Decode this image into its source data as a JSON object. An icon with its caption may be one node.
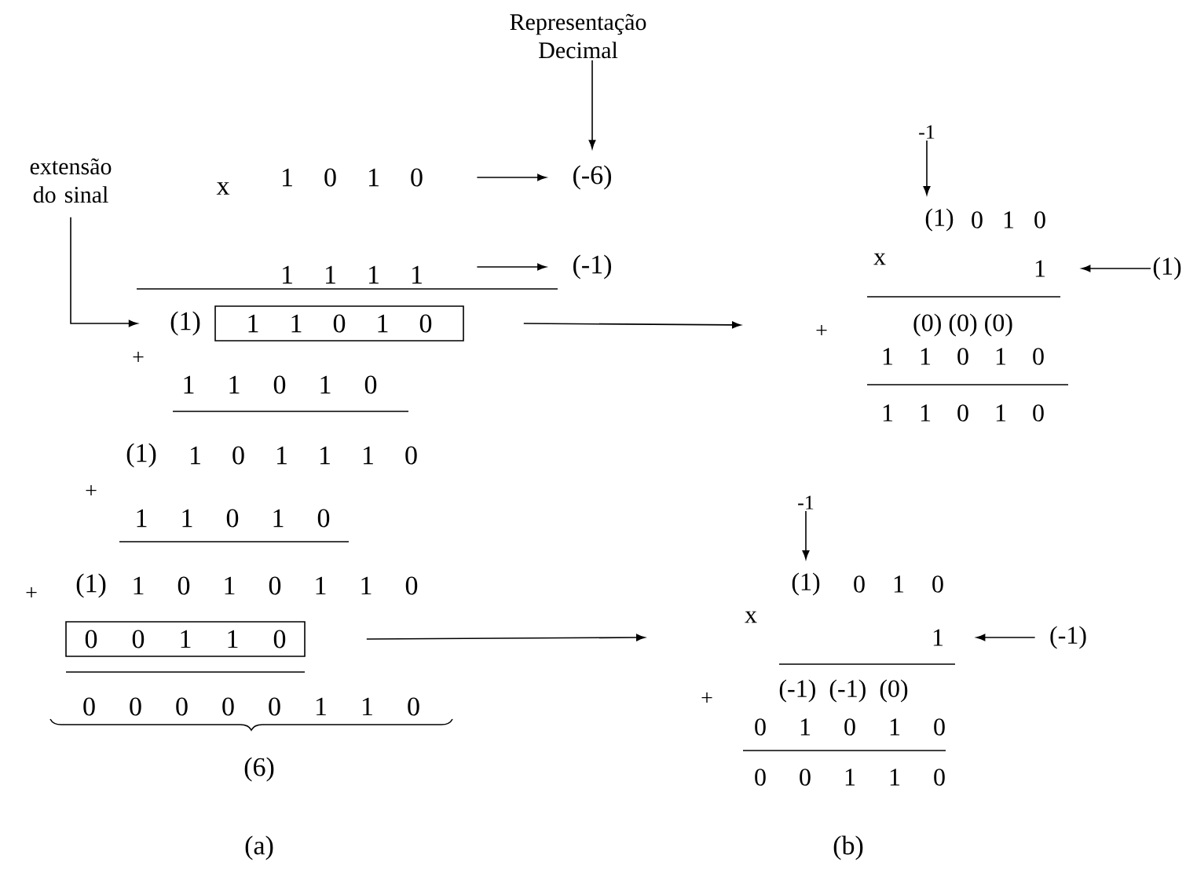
{
  "diagram": {
    "nodes": [
      {
        "text": [
          "Representação Decimal"
        ]
      },
      {
        "text": [
          "extensão do sinal"
        ]
      },
      {
        "text": [
          "1 0 1 0"
        ]
      },
      {
        "text": [
          "(-6)"
        ]
      },
      {
        "text": [
          "1 1 1 1"
        ]
      },
      {
        "text": [
          "(-1)"
        ]
      },
      {
        "text": [
          "(1)"
        ]
      },
      {
        "text": [
          "1 1 0 1 0"
        ]
      },
      {
        "text": [
          "0 0 1 1 0"
        ]
      },
      {
        "text": [
          "-1"
        ]
      },
      {
        "text": [
          "(1)"
        ]
      },
      {
        "text": [
          "1"
        ]
      },
      {
        "text": [
          "(1)"
        ]
      },
      {
        "text": [
          "-1"
        ]
      },
      {
        "text": [
          "(1)"
        ]
      },
      {
        "text": [
          "1"
        ]
      },
      {
        "text": [
          "(-1)"
        ]
      }
    ],
    "edges": [
      {
        "from": 0,
        "to": 3,
        "arrow": "to"
      },
      {
        "from": 2,
        "to": 3,
        "arrow": "to"
      },
      {
        "from": 4,
        "to": 5,
        "arrow": "to"
      },
      {
        "from": 1,
        "to": 6,
        "arrow": "to"
      },
      {
        "from": 7,
        "to": null,
        "arrow": "to"
      },
      {
        "from": 8,
        "to": null,
        "arrow": "to"
      },
      {
        "from": 9,
        "to": 10,
        "arrow": "to"
      },
      {
        "from": 12,
        "to": 11,
        "arrow": "to"
      },
      {
        "from": 13,
        "to": 14,
        "arrow": "to"
      },
      {
        "from": 16,
        "to": 15,
        "arrow": "to"
      }
    ],
    "labels": [
      "x",
      "+",
      "1 1 0 1 0",
      "(1)",
      "1 0 1 1 1 0",
      "+",
      "1 1 0 1 0",
      "+",
      "(1)",
      "1 0 1 0 1 1 0",
      "0 0 0 0 0 1 1 0",
      "(6)",
      "(a)",
      "0 1 0",
      "x",
      "+",
      "(0) (0) (0)",
      "1 1 0 1 0",
      "1 1 0 1 0",
      "0 1 0",
      "x",
      "+",
      "(-1) (-1) (0)",
      "0 1 0 1 0",
      "0 0 1 1 0",
      "(b)"
    ]
  }
}
